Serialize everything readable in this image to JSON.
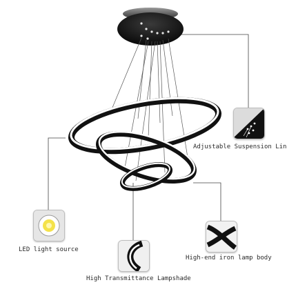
{
  "product": "chandelier-three-rings",
  "callouts": {
    "suspension": {
      "label": "Adjustable Suspension Line",
      "icon": "suspension-detail-icon"
    },
    "led": {
      "label": "LED light source",
      "icon": "led-chip-icon"
    },
    "iron": {
      "label": "High-end iron lamp body",
      "icon": "iron-ring-detail-icon"
    },
    "shade": {
      "label": "High Transmittance Lampshade",
      "icon": "lampshade-detail-icon"
    }
  },
  "colors": {
    "ring": "#111111",
    "glow": "#ffffff",
    "leader": "#444444",
    "led": "#f4e24a"
  }
}
